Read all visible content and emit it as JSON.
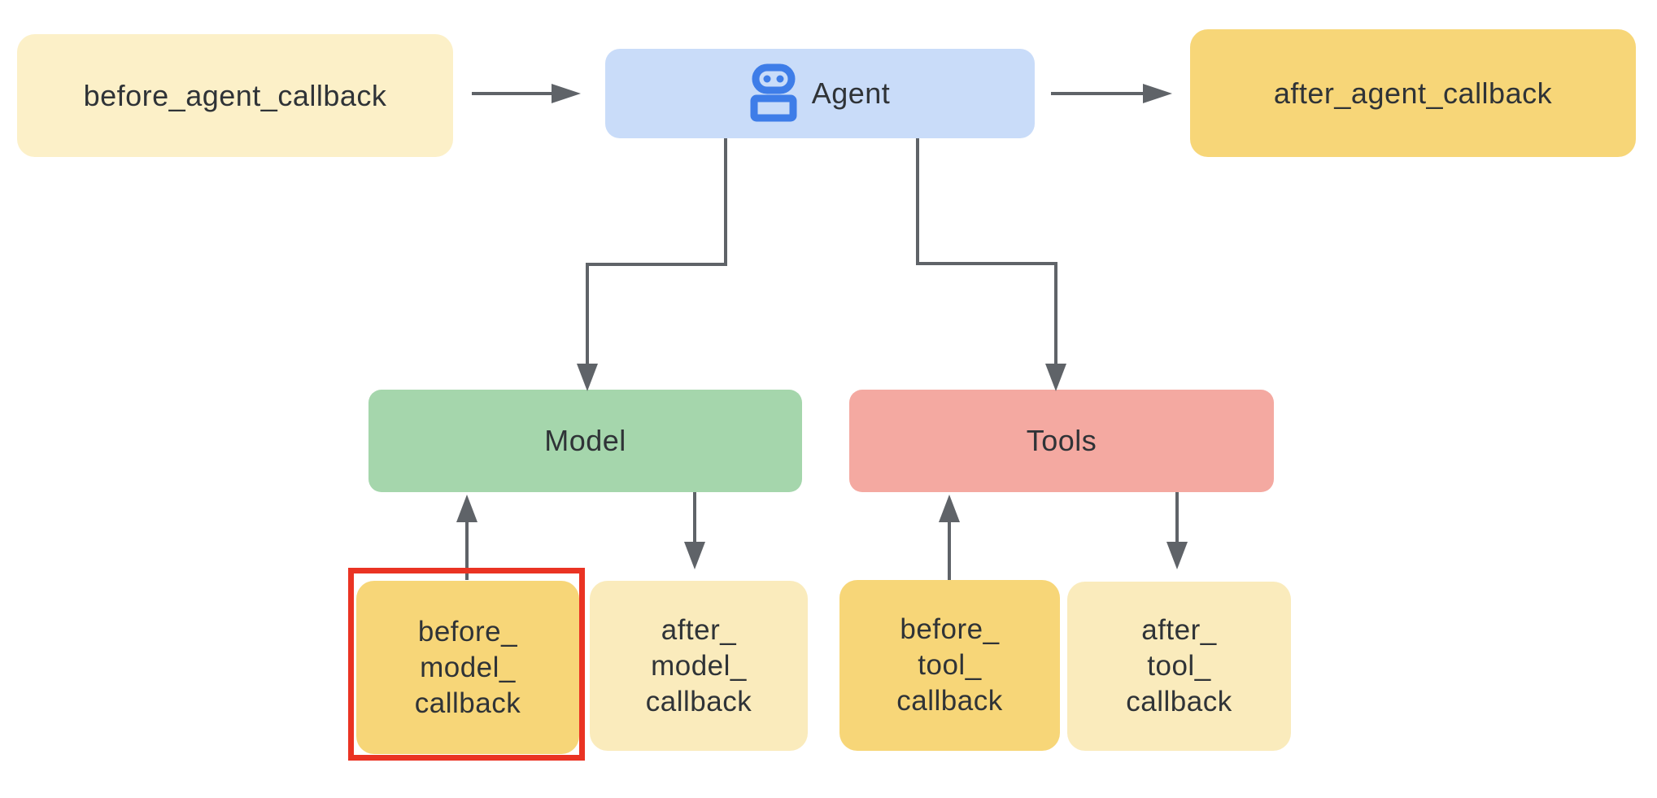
{
  "diagram": {
    "type": "flowchart",
    "description": "Agent callback flow: before_agent_callback feeds Agent, Agent feeds after_agent_callback; Agent invokes Model and Tools; before/after model and tool callbacks wrap Model and Tools",
    "highlighted_node": "before_model_callback"
  },
  "nodes": {
    "before_agent_callback": {
      "label": "before_agent_callback"
    },
    "agent": {
      "label": "Agent",
      "icon": "robot-icon"
    },
    "after_agent_callback": {
      "label": "after_agent_callback"
    },
    "model": {
      "label": "Model"
    },
    "tools": {
      "label": "Tools"
    },
    "before_model_callback": {
      "label": "before_model_callback",
      "lines": [
        "before_",
        "model_",
        "callback"
      ],
      "highlighted": true
    },
    "after_model_callback": {
      "label": "after_model_callback",
      "lines": [
        "after_",
        "model_",
        "callback"
      ]
    },
    "before_tool_callback": {
      "label": "before_tool_callback",
      "lines": [
        "before_",
        "tool_",
        "callback"
      ]
    },
    "after_tool_callback": {
      "label": "after_tool_callback",
      "lines": [
        "after_",
        "tool_",
        "callback"
      ]
    }
  },
  "edges": [
    {
      "from": "before_agent_callback",
      "to": "agent"
    },
    {
      "from": "agent",
      "to": "after_agent_callback"
    },
    {
      "from": "agent",
      "to": "model"
    },
    {
      "from": "agent",
      "to": "tools"
    },
    {
      "from": "before_model_callback",
      "to": "model"
    },
    {
      "from": "model",
      "to": "after_model_callback"
    },
    {
      "from": "before_tool_callback",
      "to": "tools"
    },
    {
      "from": "tools",
      "to": "after_tool_callback"
    }
  ],
  "colors": {
    "background": "#FFFFFF",
    "cream_light": "#FCF0C8",
    "cream": "#FAEBBC",
    "gold": "#F7D678",
    "agent_blue": "#C9DCF9",
    "icon_blue": "#3E7DE8",
    "model_green": "#A5D6AC",
    "tools_salmon": "#F4A9A1",
    "arrow_gray": "#5F6368",
    "highlight_red": "#EA3323",
    "text_dark": "#2F3337"
  }
}
